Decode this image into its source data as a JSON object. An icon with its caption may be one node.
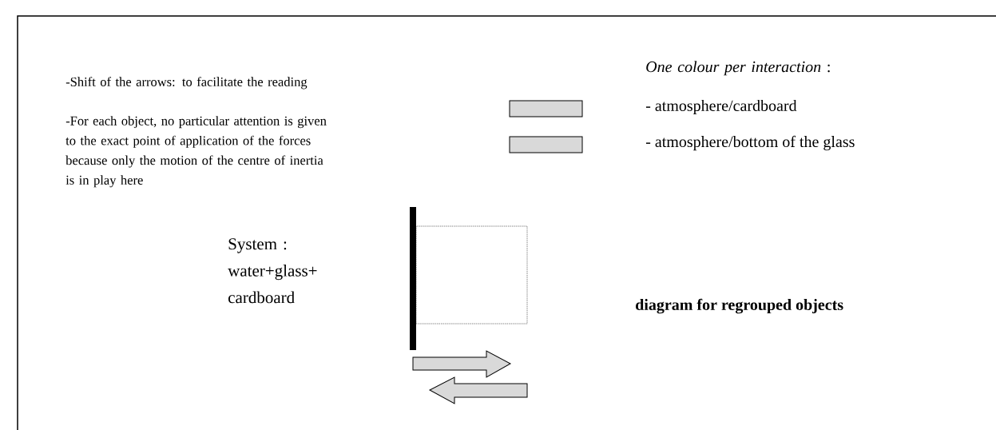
{
  "diagram": {
    "caption": "diagram for regrouped objects",
    "labels": [
      "-Shift of the arrows: to facilitate the reading",
      "-For each object, no particular attention is given to the exact point of application of the forces because only the motion of the centre of inertia is in play here",
      "*One colour per interaction* :",
      "System : water+glass+ cardboard"
    ],
    "legend": [
      {
        "text": "- atmosphere/cardboard",
        "color": "#d9d9d9"
      },
      {
        "text": "- atmosphere/bottom of the glass",
        "color": "#d9d9d9"
      }
    ]
  }
}
